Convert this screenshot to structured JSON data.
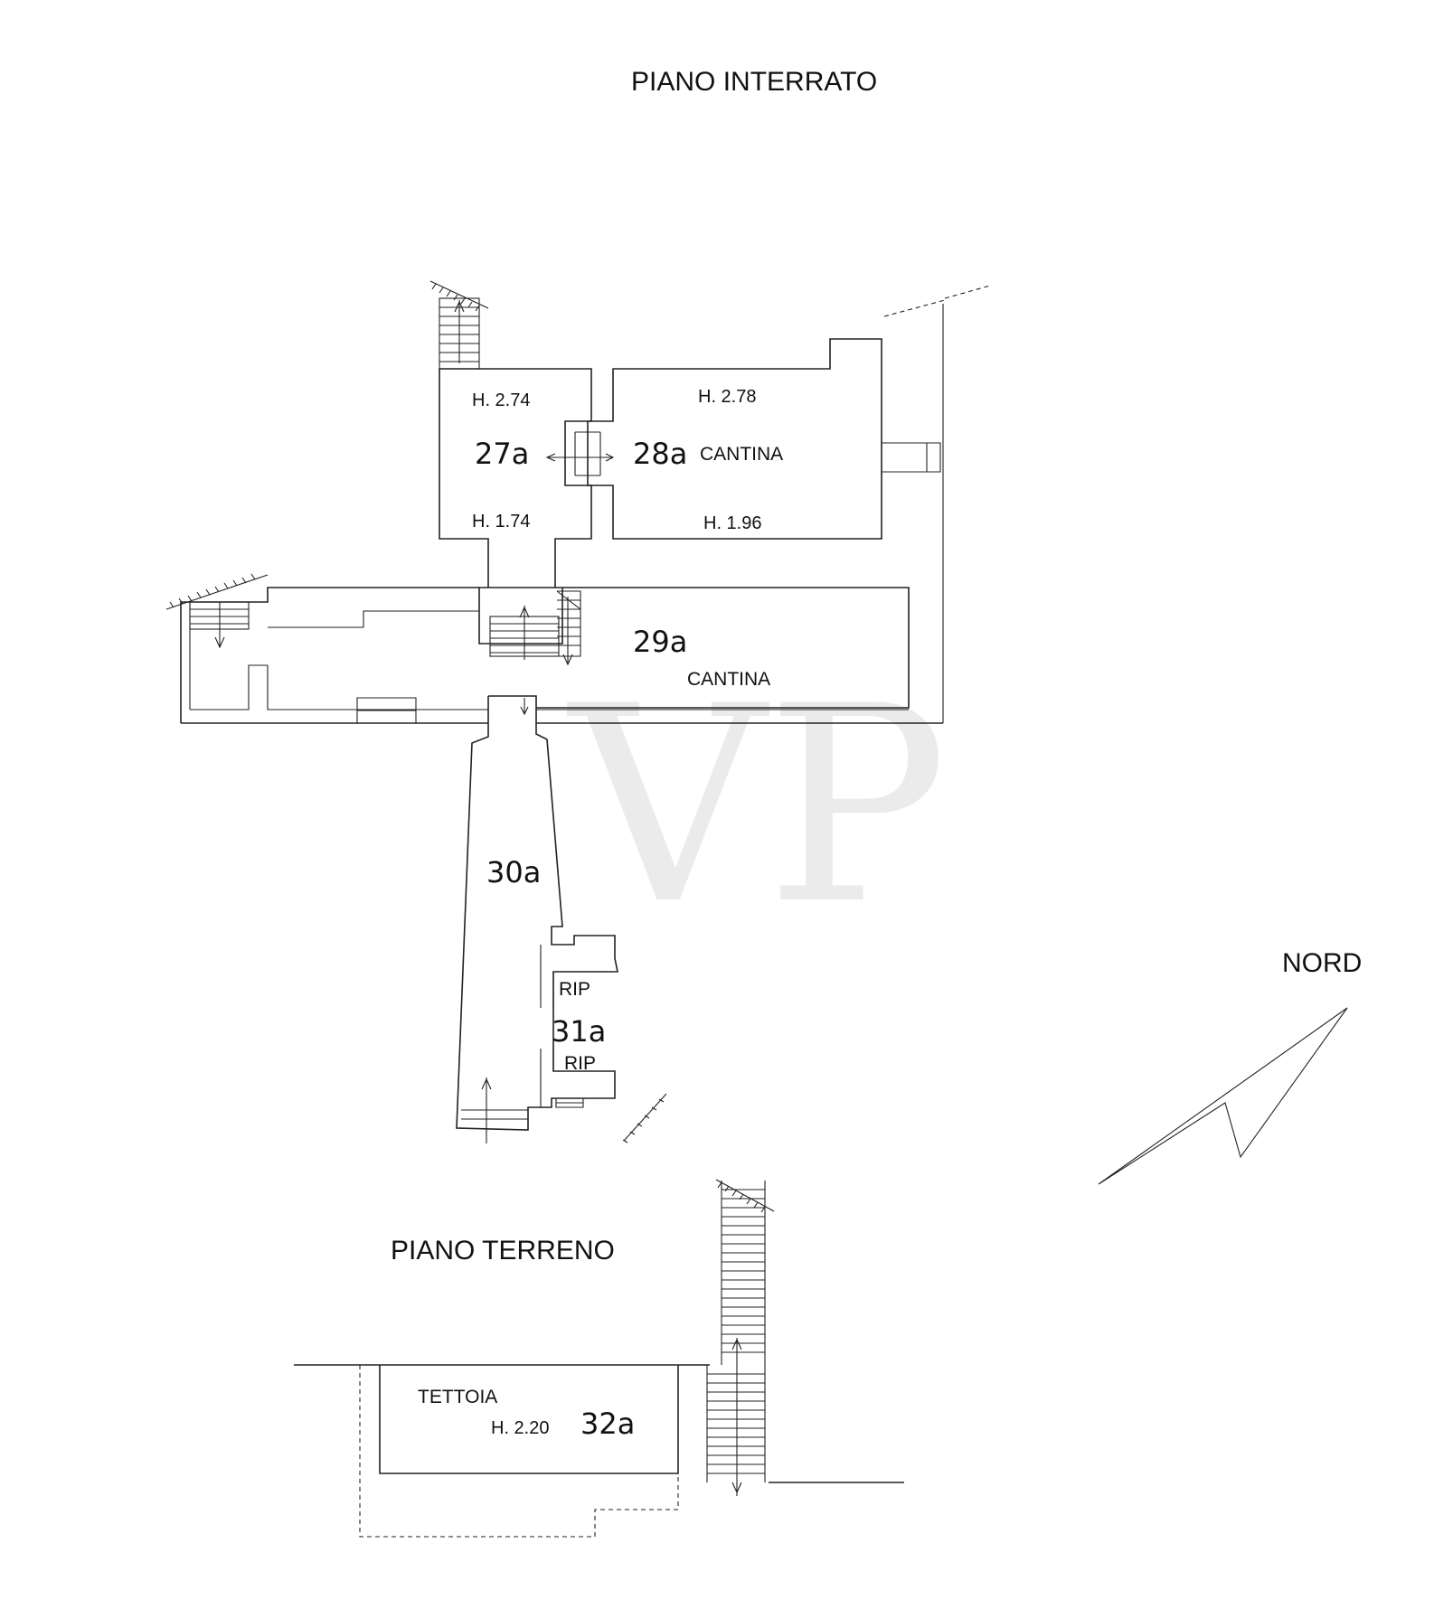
{
  "floors": {
    "basement_title": "PIANO INTERRATO",
    "ground_title": "PIANO TERRENO"
  },
  "watermark": "VP",
  "north_label": "NORD",
  "colors": {
    "line": "#222222",
    "text": "#111111",
    "room_number": "#e3231f",
    "watermark": "#ebebeb"
  },
  "rooms": {
    "r27a": {
      "number": "27a",
      "height_top": "H. 2.74",
      "height_bottom": "H. 1.74"
    },
    "r28a": {
      "number": "28a",
      "name": "CANTINA",
      "height_top": "H. 2.78",
      "height_bottom": "H. 1.96"
    },
    "r29a": {
      "number": "29a",
      "name": "CANTINA"
    },
    "r30a": {
      "number": "30a"
    },
    "r31a": {
      "number": "31a",
      "name_top": "RIP",
      "name_bottom": "RIP"
    },
    "r32a": {
      "number": "32a",
      "name": "TETTOIA",
      "height": "H. 2.20"
    }
  },
  "icons": [
    "north-arrow-icon",
    "stair-icon",
    "door-arrow-icon"
  ]
}
